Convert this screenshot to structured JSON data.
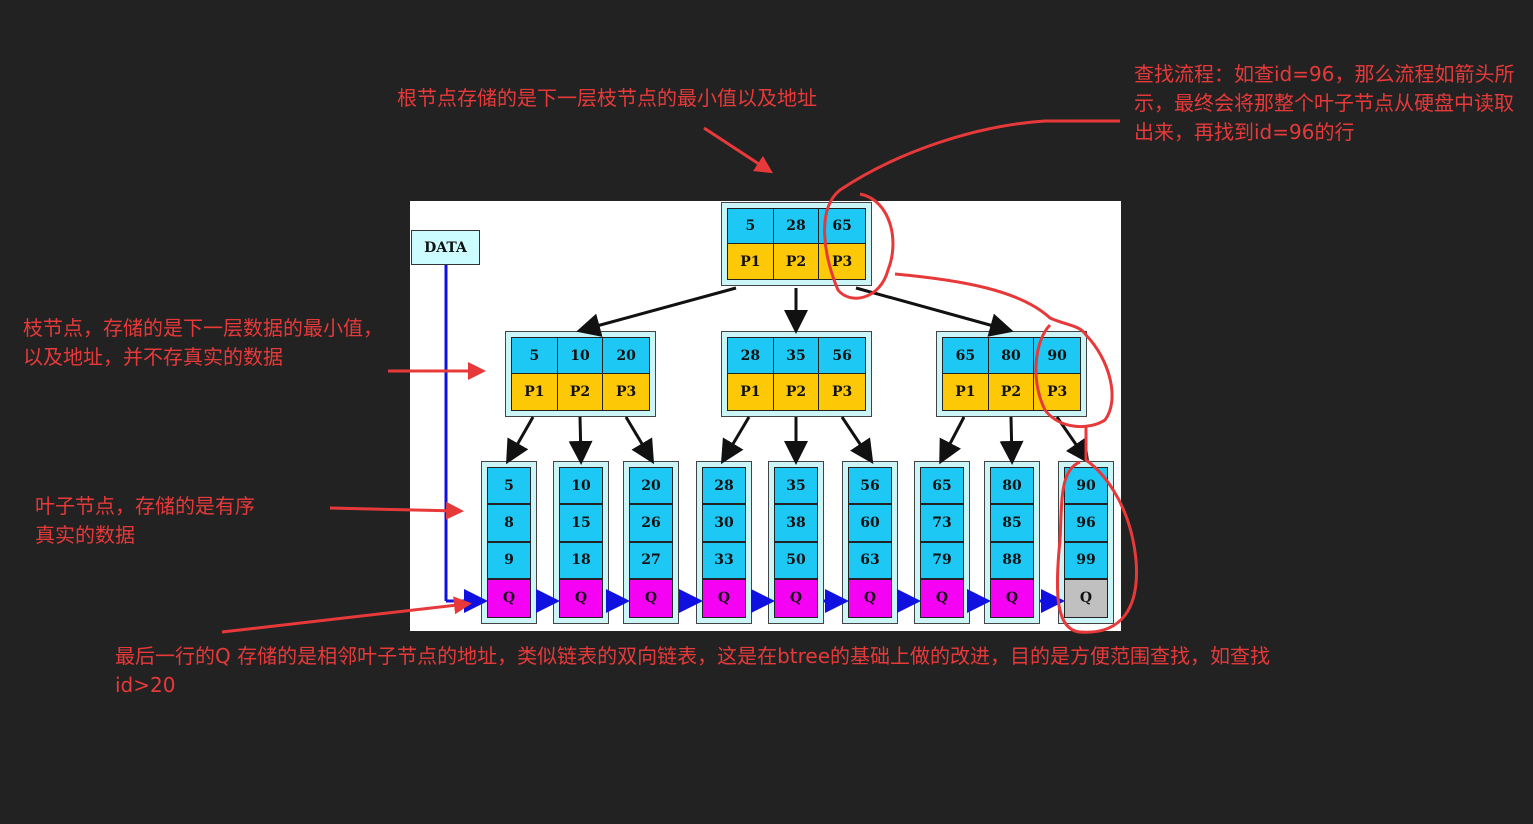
{
  "annotations": {
    "root_note": "根节点存储的是下一层枝节点的最小值以及地址",
    "search_note": "查找流程：如查id=96，那么流程如箭头所示，最终会将那整个叶子节点从硬盘中读取出来，再找到id=96的行",
    "branch_note": "枝节点，存储的是下一层数据的最小值，\n以及地址，并不存真实的数据",
    "leaf_note": "叶子节点，存储的是有序\n真实的数据",
    "q_note": "最后一行的Q 存储的是相邻叶子节点的地址，类似链表的双向链表，这是在btree的基础上做的改进，目的是方便范围查找，如查找\nid>20"
  },
  "diagram": {
    "data_label": "DATA",
    "root": {
      "keys": [
        "5",
        "28",
        "65"
      ],
      "pointers": [
        "P1",
        "P2",
        "P3"
      ]
    },
    "branches": [
      {
        "keys": [
          "5",
          "10",
          "20"
        ],
        "pointers": [
          "P1",
          "P2",
          "P3"
        ]
      },
      {
        "keys": [
          "28",
          "35",
          "56"
        ],
        "pointers": [
          "P1",
          "P2",
          "P3"
        ]
      },
      {
        "keys": [
          "65",
          "80",
          "90"
        ],
        "pointers": [
          "P1",
          "P2",
          "P3"
        ]
      }
    ],
    "leaves": [
      {
        "keys": [
          "5",
          "8",
          "9"
        ],
        "link": "Q"
      },
      {
        "keys": [
          "10",
          "15",
          "18"
        ],
        "link": "Q"
      },
      {
        "keys": [
          "20",
          "26",
          "27"
        ],
        "link": "Q"
      },
      {
        "keys": [
          "28",
          "30",
          "33"
        ],
        "link": "Q"
      },
      {
        "keys": [
          "35",
          "38",
          "50"
        ],
        "link": "Q"
      },
      {
        "keys": [
          "56",
          "60",
          "63"
        ],
        "link": "Q"
      },
      {
        "keys": [
          "65",
          "73",
          "79"
        ],
        "link": "Q"
      },
      {
        "keys": [
          "80",
          "85",
          "88"
        ],
        "link": "Q"
      },
      {
        "keys": [
          "90",
          "96",
          "99"
        ],
        "link": "Q"
      }
    ],
    "highlighted_path": {
      "root_key": "65",
      "branch_key": "90",
      "leaf_key": "96"
    },
    "colors": {
      "key_cell": "#1ec8f5",
      "pointer_cell": "#fdc806",
      "link_cell": "#f502f5",
      "last_link_cell": "#c0c0c0",
      "annotation": "#e8393a",
      "link_arrow": "#1010e0"
    }
  }
}
